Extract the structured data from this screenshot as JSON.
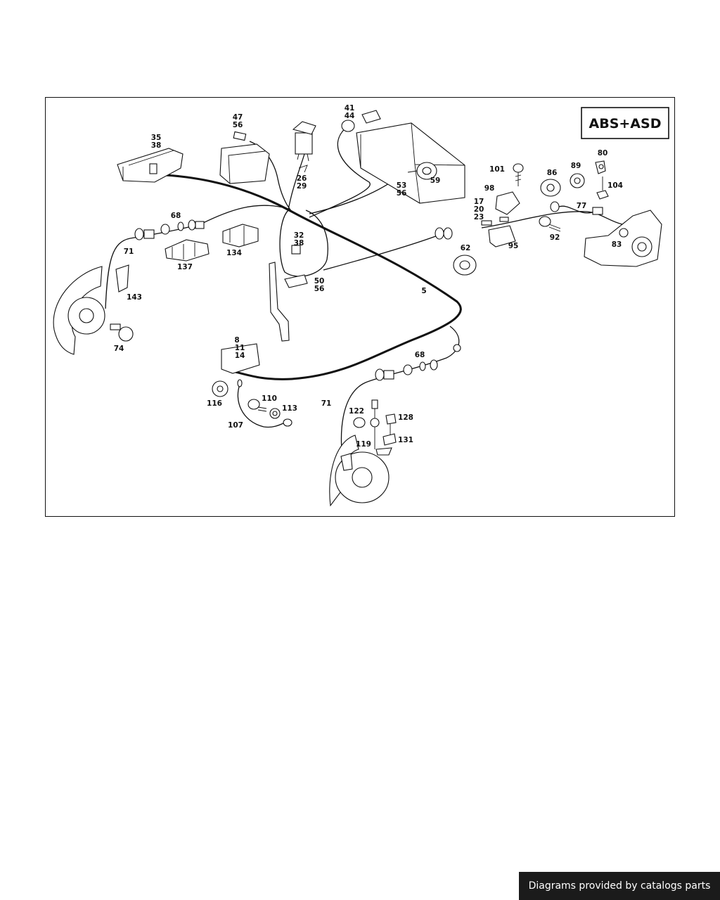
{
  "badge": "ABS+ASD",
  "footer": "Diagrams provided by catalogs parts",
  "labels": {
    "p35_38": [
      "35",
      "38"
    ],
    "p47_56": [
      "47",
      "56"
    ],
    "p26_29": [
      "26",
      "29"
    ],
    "p41_44": [
      "41",
      "44"
    ],
    "p53_56": [
      "53",
      "56"
    ],
    "p59": "59",
    "p68_left": "68",
    "p71_left": "71",
    "p137": "137",
    "p134": "134",
    "p32_38": [
      "32",
      "38"
    ],
    "p50_56": [
      "50",
      "56"
    ],
    "p143": "143",
    "p74": "74",
    "p5": "5",
    "p101": "101",
    "p86": "86",
    "p89": "89",
    "p80": "80",
    "p104": "104",
    "p98": "98",
    "p17_20_23": [
      "17",
      "20",
      "23"
    ],
    "p77": "77",
    "p92": "92",
    "p95": "95",
    "p62": "62",
    "p83": "83",
    "p8_11_14": [
      "8",
      "11",
      "14"
    ],
    "p68_right": "68",
    "p116": "116",
    "p110": "110",
    "p113": "113",
    "p107": "107",
    "p71_right": "71",
    "p122": "122",
    "p128": "128",
    "p119": "119",
    "p131": "131"
  }
}
